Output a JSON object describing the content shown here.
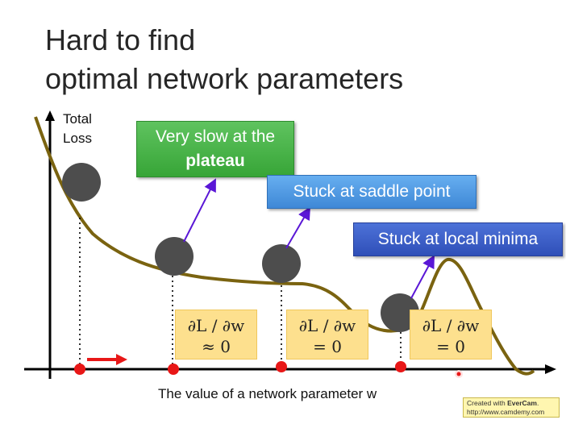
{
  "slide": {
    "title_line1": "Hard to find",
    "title_line2": "optimal network parameters"
  },
  "axes": {
    "y_label_line1": "Total",
    "y_label_line2": "Loss",
    "x_label": "The value of a network parameter w"
  },
  "callouts": {
    "plateau_line1": "Very slow at the",
    "plateau_line2": "plateau",
    "saddle": "Stuck at saddle point",
    "local_minima": "Stuck at local minima"
  },
  "gradients": [
    {
      "top": "∂L / ∂w",
      "bottom": "≈ 0"
    },
    {
      "top": "∂L / ∂w",
      "bottom": "= 0"
    },
    {
      "top": "∂L / ∂w",
      "bottom": "= 0"
    }
  ],
  "watermark": {
    "line1_prefix": "Created with ",
    "line1_brand": "EverCam",
    "line1_suffix": ".",
    "line2": "http://www.camdemy.com"
  },
  "colors": {
    "curve": "#7a6310",
    "ball": "#4d4d4d",
    "marker": "#e81717",
    "arrow_pointer": "#5a17d6"
  }
}
